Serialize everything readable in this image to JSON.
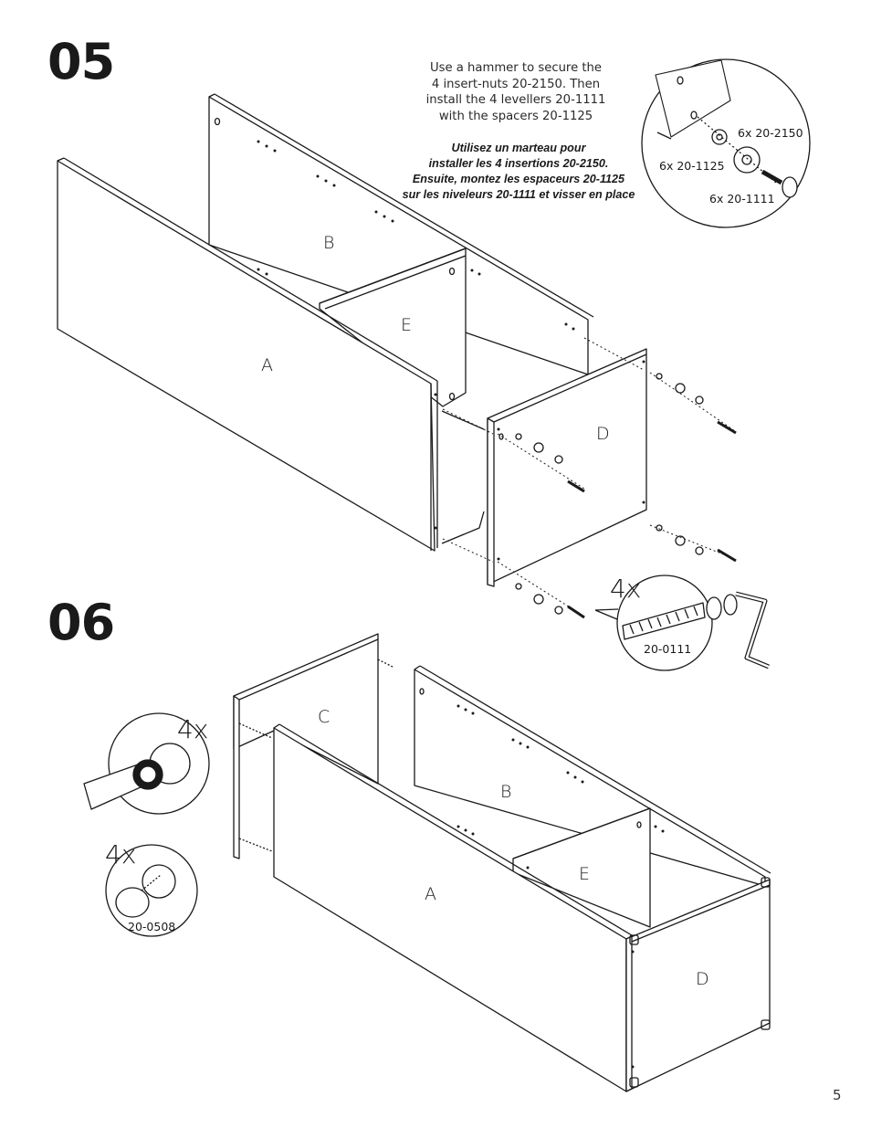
{
  "steps": {
    "step5": "05",
    "step6": "06"
  },
  "instructions": {
    "en": [
      "Use a hammer to secure the",
      "4 insert-nuts 20-2150.  Then",
      "install the 4 levellers 20-1111",
      "with the spacers 20-1125"
    ],
    "fr": [
      "Utilisez un marteau pour",
      "installer les 4 insertions 20-2150.",
      "Ensuite, montez les espaceurs 20-1125",
      "sur les niveleurs 20-1111 et visser en place"
    ]
  },
  "detail_05": {
    "nut": "6x  20-2150",
    "spacer": "6x  20-1125",
    "leveller": "6x  20-1111"
  },
  "panels_05": {
    "a": "A",
    "b": "B",
    "e": "E",
    "d": "D"
  },
  "panels_06": {
    "a": "A",
    "b": "B",
    "c": "C",
    "e": "E",
    "d": "D"
  },
  "cam_bolt": {
    "qty": "4x",
    "part": "20-0111"
  },
  "cam_lock": {
    "qty": "4x"
  },
  "cap": {
    "qty": "4x",
    "part": "20-0508"
  },
  "page_number": "5"
}
